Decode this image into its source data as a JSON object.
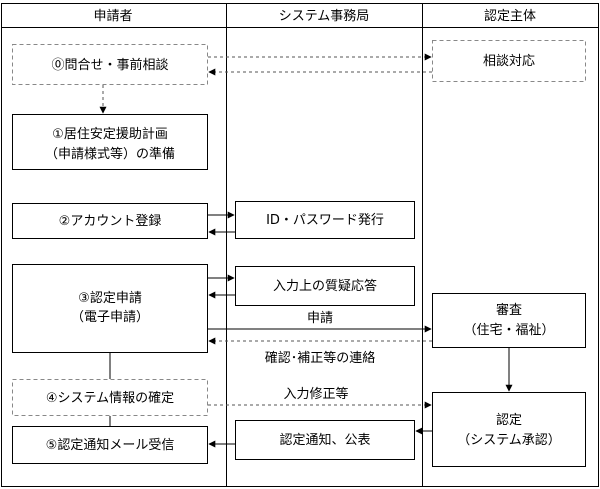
{
  "lanes": [
    "申請者",
    "システム事務局",
    "認定主体"
  ],
  "nodes": {
    "inquiry": [
      "⓪問合せ・事前相談"
    ],
    "consult": [
      "相談対応"
    ],
    "plan": [
      "①居住安定援助計画",
      "（申請様式等）の準備"
    ],
    "account": [
      "②アカウント登録"
    ],
    "id_issue": [
      "ID・パスワード発行"
    ],
    "apply": [
      "③認定申請",
      "（電子申請）"
    ],
    "qa": [
      "入力上の質疑応答"
    ],
    "review": [
      "審査",
      "（住宅・福祉）"
    ],
    "confirm_info": [
      "④システム情報の確定"
    ],
    "certify": [
      "認定",
      "（システム承認）"
    ],
    "mail": [
      "⑤認定通知メール受信"
    ],
    "notify": [
      "認定通知、公表"
    ]
  },
  "edge_labels": {
    "apply": "申請",
    "correction_contact": "確認･補正等の連絡",
    "input_fix": "入力修正等"
  }
}
